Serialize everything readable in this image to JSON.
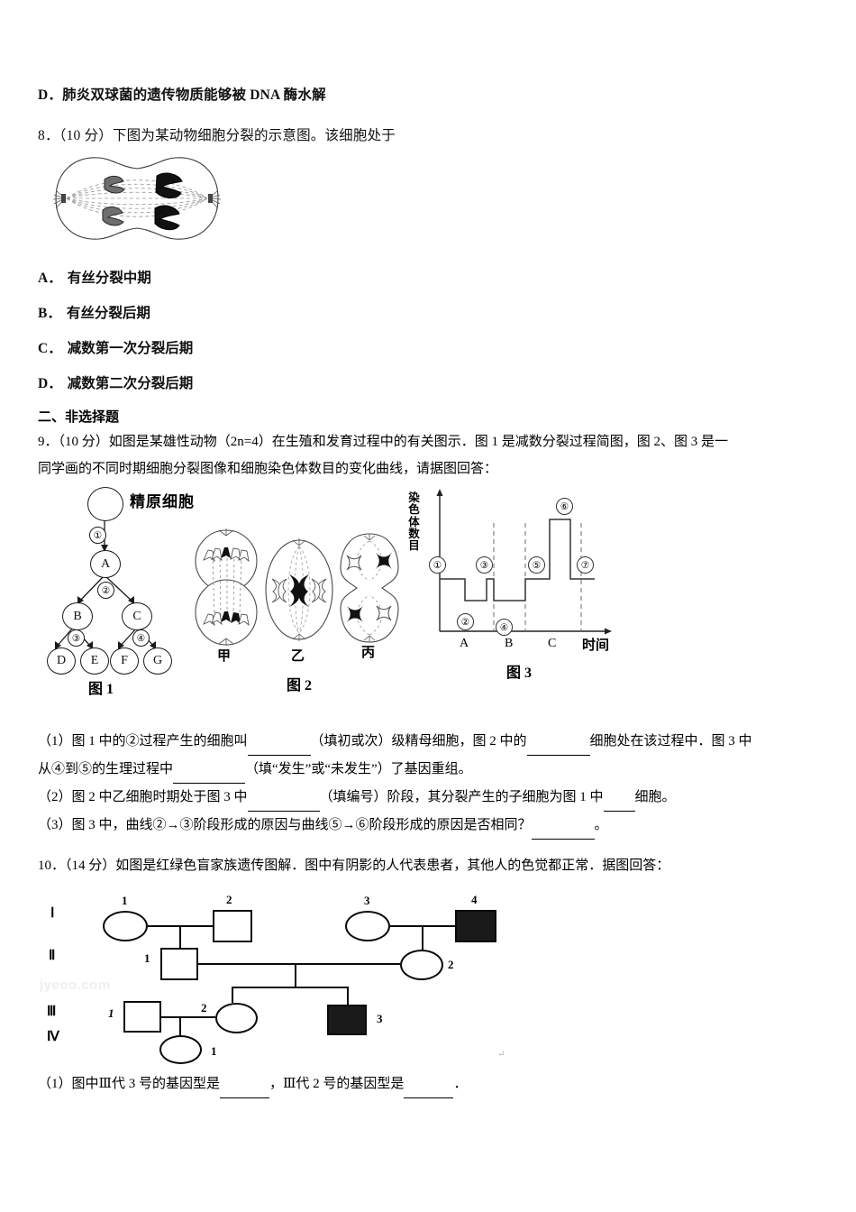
{
  "document": {
    "option_d_prev": "D．肺炎双球菌的遗传物质能够被 DNA 酶水解",
    "q8": {
      "stem": "8．（10 分）下图为某动物细胞分裂的示意图。该细胞处于",
      "options": [
        {
          "label": "A．",
          "text": "有丝分裂中期"
        },
        {
          "label": "B．",
          "text": "有丝分裂后期"
        },
        {
          "label": "C．",
          "text": "减数第一次分裂后期"
        },
        {
          "label": "D．",
          "text": "减数第二次分裂后期"
        }
      ]
    },
    "section2_title": "二、非选择题",
    "q9": {
      "stem_line1": "9．（10 分）如图是某雄性动物（2n=4）在生殖和发育过程中的有关图示．图 1 是减数分裂过程简图，图 2、图 3 是一",
      "stem_line2": "同学画的不同时期细胞分裂图像和细胞染色体数目的变化曲线，请据图回答：",
      "sub1_a": "（1）图 1 中的②过程产生的细胞叫",
      "sub1_b": "（填初或次）级精母细胞，图 2 中的",
      "sub1_c": "细胞处在该过程中．图 3 中",
      "sub1_d": "从④到⑤的生理过程中",
      "sub1_e": "（填“发生”或“未发生”）了基因重组。",
      "sub2_a": "（2）图 2 中乙细胞时期处于图 3 中",
      "sub2_b": "（填编号）阶段，其分裂产生的子细胞为图 1 中",
      "sub2_c": "细胞。",
      "sub3_a": "（3）图 3 中，曲线②→③阶段形成的原因与曲线⑤→⑥阶段形成的原因是否相同？",
      "sub3_b": "。"
    },
    "q10": {
      "stem": "10．（14 分）如图是红绿色盲家族遗传图解．图中有阴影的人代表患者，其他人的色觉都正常．据图回答：",
      "sub1_a": "（1）图中Ⅲ代 3 号的基因型是",
      "sub1_b": "，Ⅲ代 2 号的基因型是",
      "sub1_c": "．"
    },
    "watermark_text": "jyeoo.com"
  },
  "fig1": {
    "title": "精原细胞",
    "caption": "图 1",
    "nodes": [
      {
        "id": "root",
        "label": ""
      },
      {
        "id": "A",
        "label": "A"
      },
      {
        "id": "B",
        "label": "B"
      },
      {
        "id": "C",
        "label": "C"
      },
      {
        "id": "D",
        "label": "D"
      },
      {
        "id": "E",
        "label": "E"
      },
      {
        "id": "F",
        "label": "F"
      },
      {
        "id": "G",
        "label": "G"
      }
    ],
    "steps": [
      "①",
      "②",
      "③",
      "④"
    ]
  },
  "fig2": {
    "caption": "图 2",
    "cells": [
      {
        "label": "甲",
        "name": "cell-jia"
      },
      {
        "label": "乙",
        "name": "cell-yi"
      },
      {
        "label": "丙",
        "name": "cell-bing"
      }
    ]
  },
  "chart_data": {
    "type": "line",
    "title": "图 3",
    "ylabel": "染色体数目",
    "ylabel_chars": [
      "染",
      "色",
      "体",
      "数",
      "目"
    ],
    "xlabel": "时间",
    "grid": false,
    "legend": null,
    "xticks": [
      "A",
      "B",
      "C"
    ],
    "yticks": [],
    "ylim": [
      0,
      4
    ],
    "annotations": [
      "①",
      "②",
      "③",
      "④",
      "⑤",
      "⑥",
      "⑦"
    ],
    "x": [
      0,
      0.9,
      0.9,
      1.55,
      1.55,
      1.95,
      1.95,
      3.25,
      3.25,
      4.25,
      4.25,
      4.9,
      4.9,
      6.0
    ],
    "values": [
      2,
      2,
      1,
      1,
      2,
      2,
      1,
      1,
      2,
      2,
      4,
      4,
      2,
      2
    ],
    "segments": [
      {
        "id": "①",
        "level": 2,
        "x_from": 0.0,
        "x_to": 0.9
      },
      {
        "id": "②",
        "level": 1,
        "x_from": 0.9,
        "x_to": 1.55
      },
      {
        "id": "③",
        "level": 2,
        "x_from": 1.55,
        "x_to": 1.95
      },
      {
        "id": "④",
        "level": 1,
        "x_from": 1.95,
        "x_to": 3.25
      },
      {
        "id": "⑤",
        "level": 2,
        "x_from": 3.25,
        "x_to": 4.25
      },
      {
        "id": "⑥",
        "level": 4,
        "x_from": 4.25,
        "x_to": 4.9
      },
      {
        "id": "⑦",
        "level": 2,
        "x_from": 4.9,
        "x_to": 6.0
      }
    ],
    "dashed_verticals": [
      1.95,
      3.25,
      6.0
    ]
  },
  "pedigree": {
    "generations": [
      "Ⅰ",
      "Ⅱ",
      "Ⅲ",
      "Ⅳ"
    ],
    "individuals": [
      {
        "gen": "Ⅰ",
        "num": "1",
        "sex": "female",
        "affected": false
      },
      {
        "gen": "Ⅰ",
        "num": "2",
        "sex": "male",
        "affected": false
      },
      {
        "gen": "Ⅰ",
        "num": "3",
        "sex": "female",
        "affected": false
      },
      {
        "gen": "Ⅰ",
        "num": "4",
        "sex": "male",
        "affected": true
      },
      {
        "gen": "Ⅱ",
        "num": "1",
        "sex": "male",
        "affected": false
      },
      {
        "gen": "Ⅱ",
        "num": "2",
        "sex": "female",
        "affected": false
      },
      {
        "gen": "Ⅲ",
        "num": "1",
        "sex": "male",
        "affected": false
      },
      {
        "gen": "Ⅲ",
        "num": "2",
        "sex": "female",
        "affected": false
      },
      {
        "gen": "Ⅲ",
        "num": "3",
        "sex": "male",
        "affected": true
      },
      {
        "gen": "Ⅳ",
        "num": "1",
        "sex": "female",
        "affected": false
      }
    ]
  }
}
